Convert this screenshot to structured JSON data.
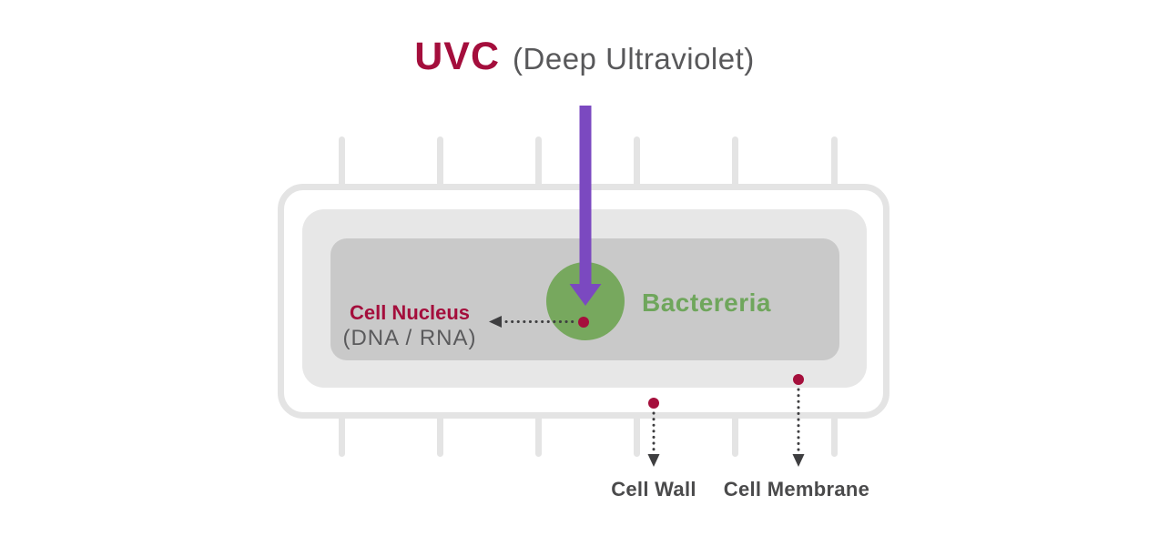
{
  "title": {
    "main": "UVC",
    "sub": "(Deep Ultraviolet)"
  },
  "diagram": {
    "bacteria_label": "Bactereria",
    "nucleus_label": "Cell Nucleus",
    "nucleus_sub": "(DNA / RNA)",
    "cell_wall_label": "Cell Wall",
    "cell_membrane_label": "Cell Membrane"
  },
  "colors": {
    "title_crimson": "#A40E3C",
    "subtitle_gray": "#58585A",
    "uvc_arrow_purple": "#7B49C0",
    "bacteria_green_fill": "#77A85E",
    "bacteria_green_text": "#6FA65C",
    "cell_outline_gray": "#E4E4E4",
    "cell_membrane_gray": "#E7E7E7",
    "cell_inner_gray": "#C9C9C9",
    "marker_dot_red": "#A50F3C",
    "leader_line_dark": "#3E3E40",
    "bottom_label_dark": "#4A4A4B"
  }
}
